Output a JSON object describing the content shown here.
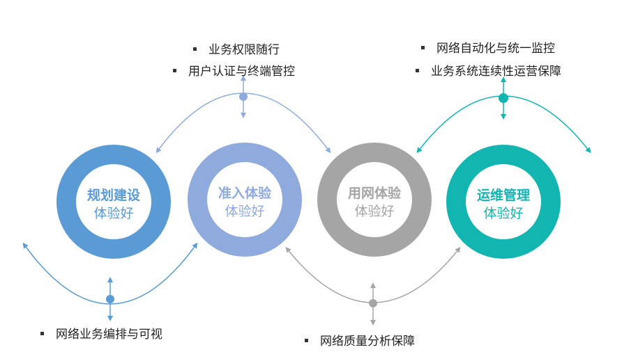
{
  "stages": [
    {
      "title": "规划建设",
      "subtitle": "体验好",
      "color": "#5b9bd5"
    },
    {
      "title": "准入体验",
      "subtitle": "体验好",
      "color": "#8faadc"
    },
    {
      "title": "用网体验",
      "subtitle": "体验好",
      "color": "#a5a5a5"
    },
    {
      "title": "运维管理",
      "subtitle": "体验好",
      "color": "#12b5b0"
    }
  ],
  "features": {
    "planning": [
      "网络业务编排与可视"
    ],
    "access": [
      "业务权限随行",
      "用户认证与终端管控"
    ],
    "usage": [
      "网络质量分析保障"
    ],
    "operations": [
      "网络自动化与统一监控",
      "业务系统连续性运营保障"
    ]
  }
}
